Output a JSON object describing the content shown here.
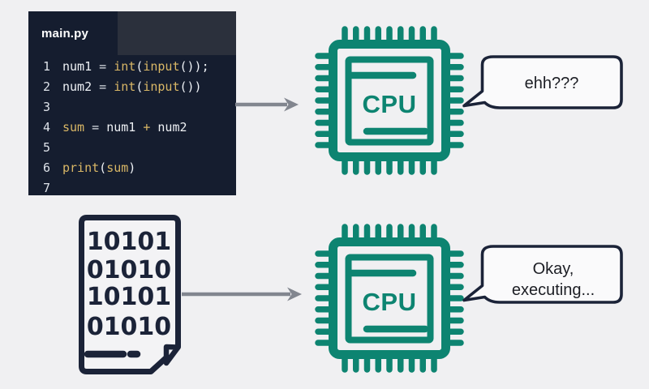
{
  "colors": {
    "page_bg": "#f0f0f2",
    "editor_bg": "#151d2f",
    "tabbar_bg": "#2b303c",
    "code_plain": "#eef1f5",
    "code_accent_yellow": "#d9b766",
    "chip_teal": "#0d8471",
    "outline_navy": "#1b2338",
    "arrow_gray": "#82868f"
  },
  "icons": {
    "top_processor": "cpu-chip-icon",
    "bottom_processor": "cpu-chip-icon",
    "binary_document": "binary-file-icon",
    "arrows": "arrow-right-icon"
  },
  "editor": {
    "tab_label": "main.py",
    "lines": [
      {
        "num": "1",
        "spans": [
          {
            "t": "num1 ",
            "c": "plain"
          },
          {
            "t": "= ",
            "c": "op"
          },
          {
            "t": "int",
            "c": "kw"
          },
          {
            "t": "(",
            "c": "plain"
          },
          {
            "t": "input",
            "c": "kw"
          },
          {
            "t": "());",
            "c": "plain"
          }
        ]
      },
      {
        "num": "2",
        "spans": [
          {
            "t": "num2 ",
            "c": "plain"
          },
          {
            "t": "= ",
            "c": "op"
          },
          {
            "t": "int",
            "c": "kw"
          },
          {
            "t": "(",
            "c": "plain"
          },
          {
            "t": "input",
            "c": "kw"
          },
          {
            "t": "())",
            "c": "plain"
          }
        ]
      },
      {
        "num": "3",
        "spans": []
      },
      {
        "num": "4",
        "spans": [
          {
            "t": "sum ",
            "c": "kw"
          },
          {
            "t": "= ",
            "c": "op"
          },
          {
            "t": "num1 ",
            "c": "plain"
          },
          {
            "t": "+ ",
            "c": "kw"
          },
          {
            "t": "num2",
            "c": "plain"
          }
        ]
      },
      {
        "num": "5",
        "spans": []
      },
      {
        "num": "6",
        "spans": [
          {
            "t": "print",
            "c": "kw"
          },
          {
            "t": "(",
            "c": "plain"
          },
          {
            "t": "sum",
            "c": "kw"
          },
          {
            "t": ")",
            "c": "plain"
          }
        ]
      },
      {
        "num": "7",
        "spans": []
      }
    ]
  },
  "cpu_top": {
    "label": "CPU"
  },
  "cpu_bottom": {
    "label": "CPU"
  },
  "binary_doc": {
    "rows": [
      "10101",
      "01010",
      "10101",
      "01010"
    ]
  },
  "speech_top": {
    "text": "ehh???"
  },
  "speech_bottom": {
    "line1": "Okay,",
    "line2": "executing..."
  }
}
